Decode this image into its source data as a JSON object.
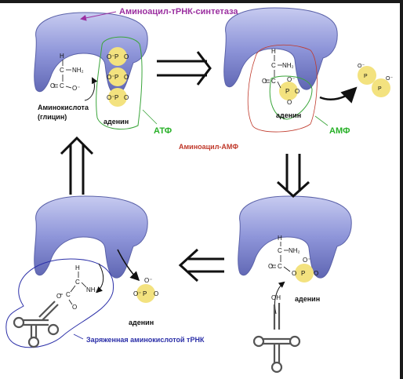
{
  "title": "Аминоацил-тРНК-синтетаза",
  "labels": {
    "amino_acid": "Аминокислота",
    "glycine": "(глицин)",
    "atp": "АТФ",
    "amp": "АМФ",
    "aminoacyl_amp": "Аминоацил-АМФ",
    "charged_trna": "Заряженная аминокислотой тРНК",
    "adenine": "аденин"
  },
  "chem": {
    "H": "H",
    "C": "C",
    "NH2": "NH₂",
    "O": "O",
    "Ominus": "O⁻",
    "P": "P",
    "OH": "OH"
  },
  "colors": {
    "enzyme": "#8c94d8",
    "phosphate": "#f3e27f",
    "title": "#9b2fa0",
    "atp_label": "#27b027",
    "aminoacyl_label": "#c0392b",
    "charged_label": "#2b2fa8",
    "arrow": "#111111"
  }
}
